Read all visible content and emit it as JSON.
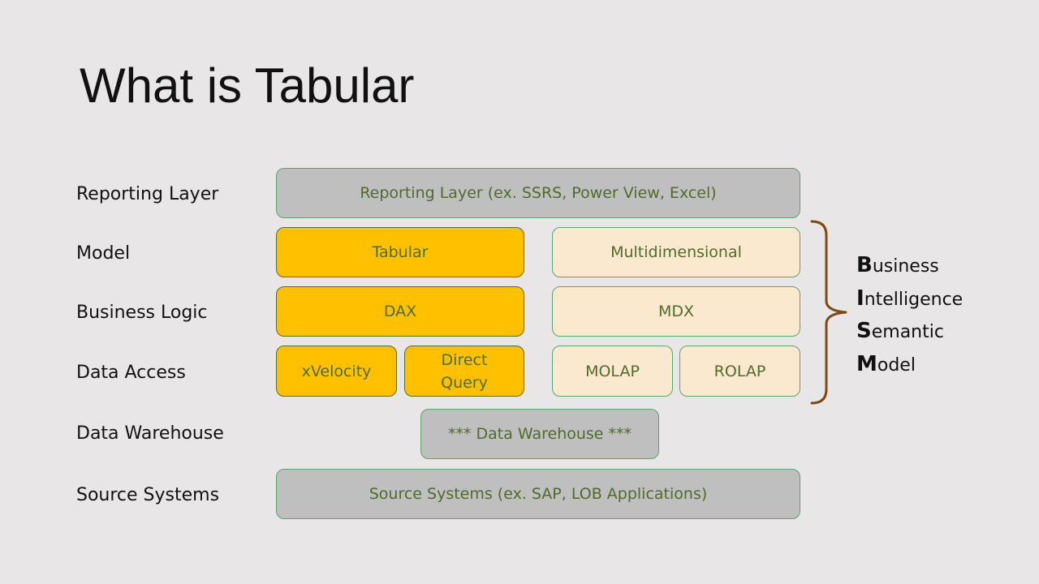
{
  "title": "What is Tabular",
  "layers": {
    "reporting": "Reporting Layer",
    "model": "Model",
    "business_logic": "Business Logic",
    "data_access": "Data Access",
    "data_warehouse": "Data Warehouse",
    "source_systems": "Source Systems"
  },
  "boxes": {
    "reporting_layer": "Reporting Layer (ex. SSRS, Power View, Excel)",
    "tabular": "Tabular",
    "multidimensional": "Multidimensional",
    "dax": "DAX",
    "mdx": "MDX",
    "xvelocity": "xVelocity",
    "direct_query_line1": "Direct",
    "direct_query_line2": "Query",
    "molap": "MOLAP",
    "rolap": "ROLAP",
    "data_warehouse": "*** Data Warehouse ***",
    "source_systems": "Source Systems (ex. SAP, LOB Applications)"
  },
  "bism": [
    {
      "initial": "B",
      "rest": "usiness"
    },
    {
      "initial": "I",
      "rest": "ntelligence"
    },
    {
      "initial": "S",
      "rest": "emantic"
    },
    {
      "initial": "M",
      "rest": "odel"
    }
  ],
  "colors": {
    "background": "#e8e6e6",
    "gray_box": "#bfbfbf",
    "gold_box": "#ffc000",
    "cream_box": "#fbe9cf",
    "box_text": "#4f6b2a",
    "brace": "#7f4a12"
  }
}
